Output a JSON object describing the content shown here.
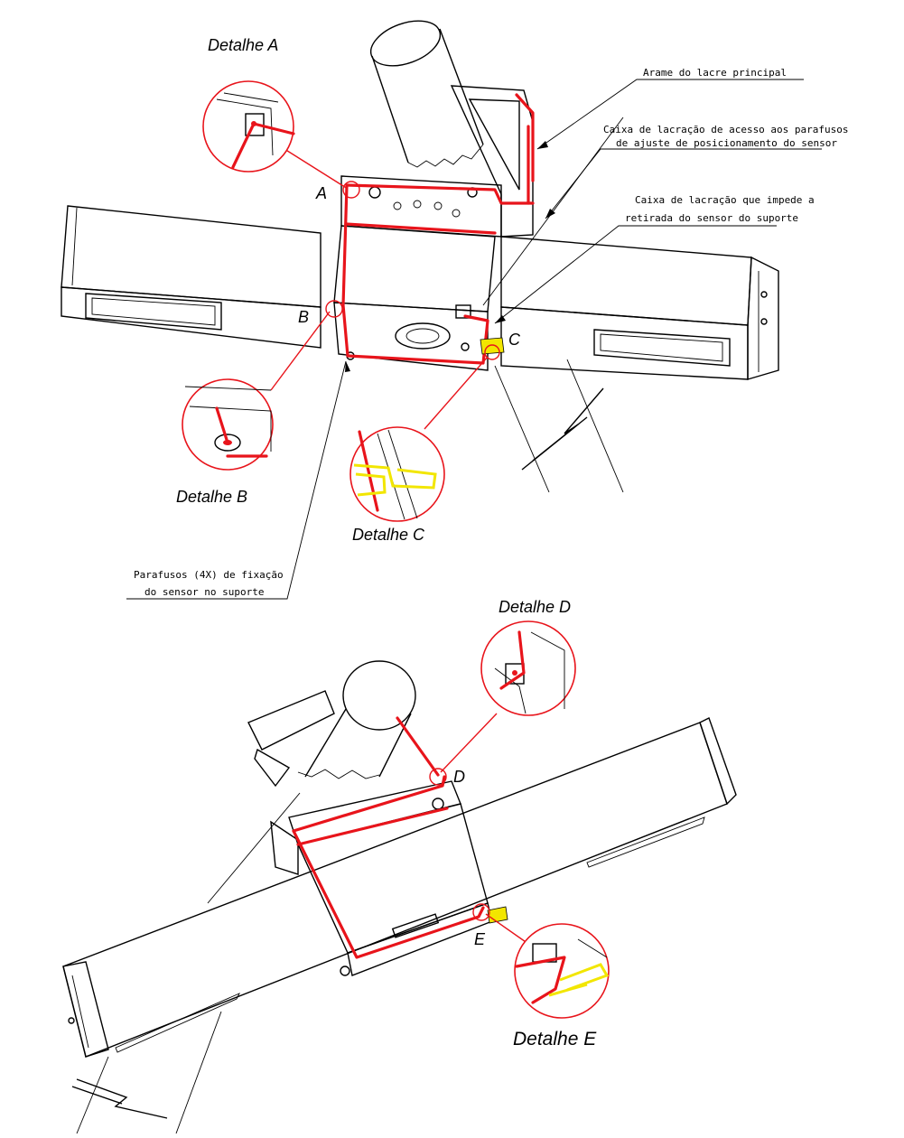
{
  "labels": {
    "detail_a_title": "Detalhe A",
    "detail_b_title": "Detalhe B",
    "detail_c_title": "Detalhe C",
    "detail_d_title": "Detalhe D",
    "detail_e_title": "Detalhe E",
    "marker_a": "A",
    "marker_b": "B",
    "marker_c": "C",
    "marker_d": "D",
    "marker_e": "E"
  },
  "notes": {
    "main_seal_wire": "Arame do lacre principal",
    "adjust_box_line1": "Caixa de lacração de acesso aos parafusos",
    "adjust_box_line2": "de ajuste de posicionamento do sensor",
    "removal_box_line1": "Caixa de lacração que impede a",
    "removal_box_line2": "retirada do sensor do suporte",
    "screws_line1": "Parafusos (4X) de fixação",
    "screws_line2": "do sensor no suporte"
  },
  "colors": {
    "seal_wire": "#e8141b",
    "seal_lock": "#f2e600",
    "linework": "#000000"
  }
}
